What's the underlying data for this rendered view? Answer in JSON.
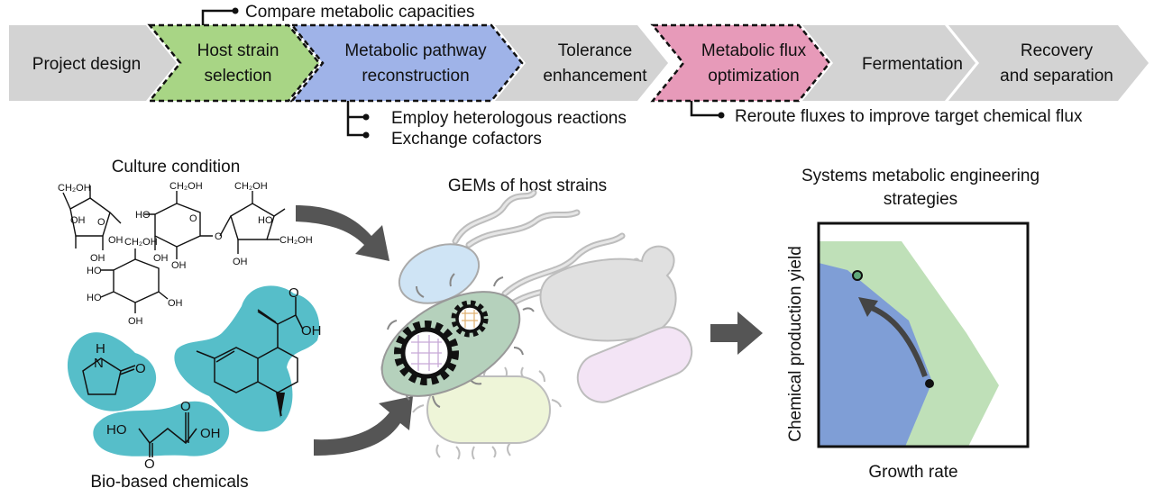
{
  "pipeline": {
    "steps": [
      {
        "lines": [
          "Project design"
        ],
        "fill": "#d3d3d3",
        "highlight": false
      },
      {
        "lines": [
          "Host strain",
          "selection"
        ],
        "fill": "#a8d585",
        "highlight": true
      },
      {
        "lines": [
          "Metabolic pathway",
          "reconstruction"
        ],
        "fill": "#9fb3e8",
        "highlight": true
      },
      {
        "lines": [
          "Tolerance",
          "enhancement"
        ],
        "fill": "#d3d3d3",
        "highlight": false
      },
      {
        "lines": [
          "Metabolic flux",
          "optimization"
        ],
        "fill": "#e79ab9",
        "highlight": true
      },
      {
        "lines": [
          "Fermentation"
        ],
        "fill": "#d3d3d3",
        "highlight": false
      },
      {
        "lines": [
          "Recovery",
          "and separation"
        ],
        "fill": "#d3d3d3",
        "highlight": false
      }
    ],
    "notes": {
      "host": "Compare metabolic capacities",
      "pathway": [
        "Employ heterologous reactions",
        "Exchange cofactors"
      ],
      "flux": "Reroute fluxes to improve target chemical flux"
    }
  },
  "culture": {
    "title": "Culture condition",
    "labels": {
      "ch2oh": "CH₂OH",
      "oh": "OH",
      "ho": "HO",
      "o": "O"
    }
  },
  "chemicals": {
    "title": "Bio-based chemicals",
    "labels": {
      "h": "H",
      "n": "N",
      "o": "O",
      "oh": "OH",
      "ho": "HO"
    },
    "blob_color": "#56bec9"
  },
  "gems": {
    "title": "GEMs of host strains"
  },
  "strategies": {
    "title_lines": [
      "Systems metabolic engineering",
      "strategies"
    ],
    "xlabel": "Growth rate",
    "ylabel": "Chemical production yield",
    "outer_color": "#bfe0b8",
    "inner_color": "#7f9ed6"
  },
  "colors": {
    "arrow": "#555555",
    "step_gray": "#d3d3d3"
  }
}
